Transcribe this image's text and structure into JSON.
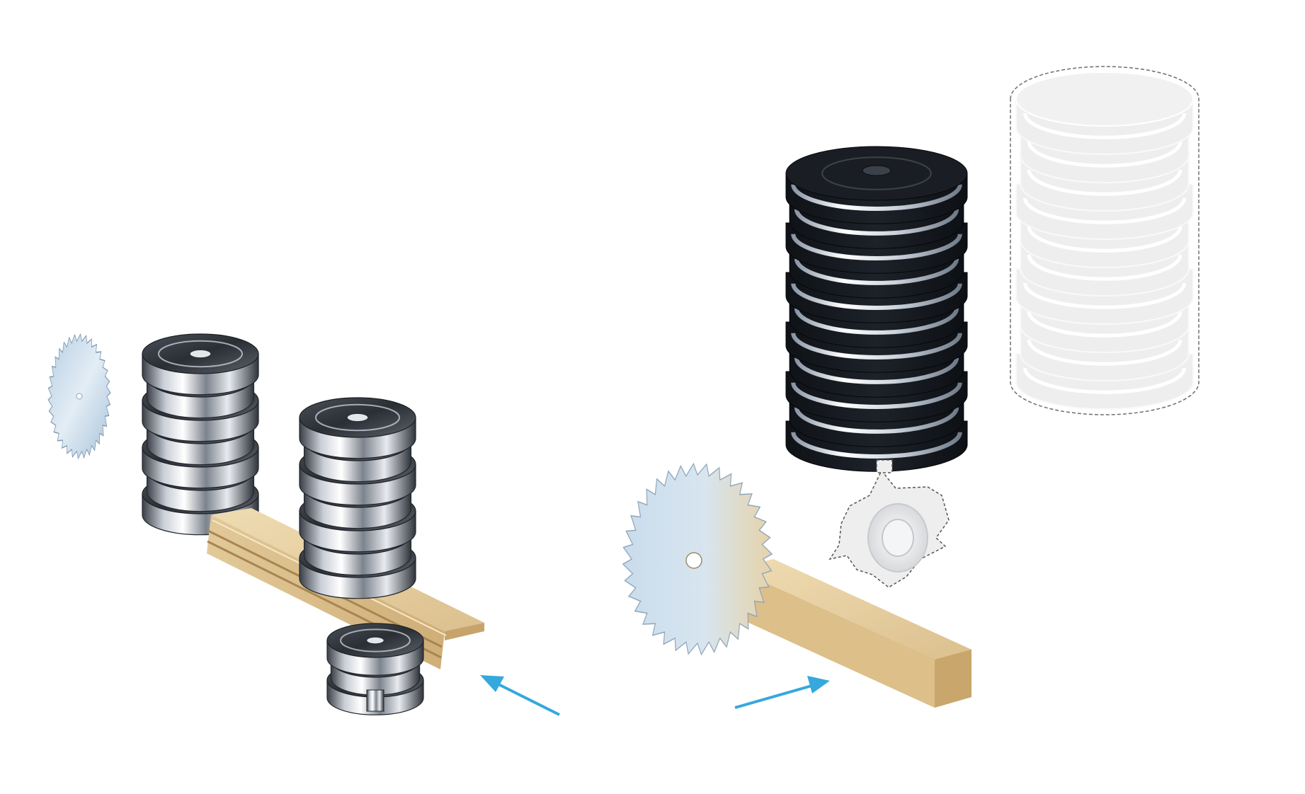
{
  "figure": {
    "background": "#ffffff",
    "left_assembly": {
      "saw_blade": "small-saw-blade",
      "cutter_stacks": [
        "cutter-stack-back",
        "cutter-stack-middle",
        "cutter-head-bottom"
      ],
      "workpiece": "profiled-board",
      "feed_arrow": "feed-arrow-left"
    },
    "right_assembly": {
      "saw_blade": "large-saw-blade",
      "cutter_stack": "dark-cutter-stack",
      "ghost_stack": "ghost-cutter-stack",
      "ghost_hub": "ghost-cutter-hub",
      "workpiece": "square-board",
      "feed_arrow": "feed-arrow-right"
    }
  },
  "colors": {
    "arrow": "#35a8dd",
    "wood_top": "#e8d3a5",
    "wood_side": "#d9bb84",
    "wood_end": "#c9a66c",
    "steel_light": "#f2f4f6",
    "steel_dark": "#2b2f36",
    "dark_stack": "#15191f",
    "saw_blue": "#c9dcec",
    "ghost": "#ececec",
    "ghost_outline": "#555555"
  }
}
